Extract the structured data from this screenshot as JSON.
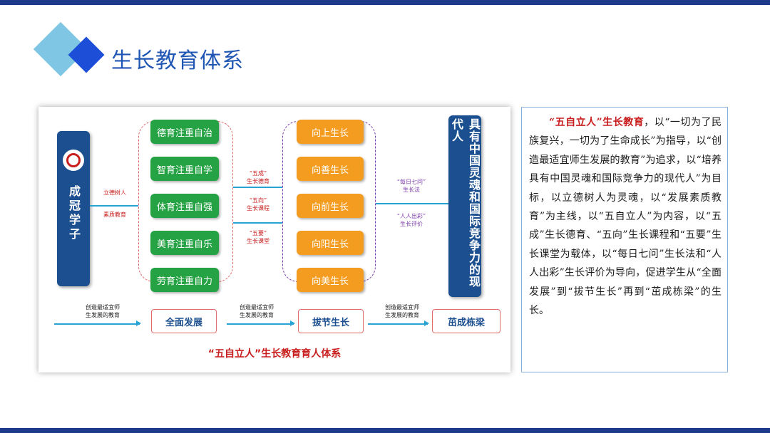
{
  "header": {
    "title": "生长教育体系"
  },
  "colors": {
    "accent": "#1f56b4",
    "bar": "#1e3a8a",
    "green": "#25a244",
    "orange": "#f39c1f",
    "red": "#c81e1e"
  },
  "diagram": {
    "left_box": "成冠学子",
    "left_labels": [
      "立德树人",
      "素质教育"
    ],
    "green_boxes": [
      "德育注重自治",
      "智育注重自学",
      "体育注重自强",
      "美育注重自乐",
      "劳育注重自力"
    ],
    "middle_labels": [
      {
        "line1": "“五成”",
        "line2": "生长德育"
      },
      {
        "line1": "“五向”",
        "line2": "生长课程"
      },
      {
        "line1": "“五要”",
        "line2": "生长课堂"
      }
    ],
    "orange_boxes": [
      "向上生长",
      "向善生长",
      "向前生长",
      "向阳生长",
      "向美生长"
    ],
    "right_labels": [
      {
        "line1": "“每日七问”",
        "line2": "生长法"
      },
      {
        "line1": "“人人出彩”",
        "line2": "生长评价"
      }
    ],
    "right_box": "具有中国灵魂和国际竞争力的现代人",
    "bottom_arrow_label": {
      "line1": "创造最适宜师",
      "line2": "生发展的教育"
    },
    "stages": [
      "全面发展",
      "拔节生长",
      "茁成栋梁"
    ],
    "caption": "“五自立人”生长教育育人体系"
  },
  "description": {
    "highlight": "“五自立人”生长教育",
    "body": "，以“一切为了民族复兴，一切为了生命成长”为指导，以“创造最适宜师生发展的教育”为追求，以“培养具有中国灵魂和国际竞争力的现代人”为目标，以立德树人为灵魂，以“发展素质教育”为主线，以“五自立人”为内容，以“五成”生长德育、“五向”生长课程和“五要”生长课堂为载体，以“每日七问”生长法和“人人出彩”生长评价为导向，促进学生从“全面发展”到“拔节生长”再到“茁成栋梁”的生长。"
  }
}
